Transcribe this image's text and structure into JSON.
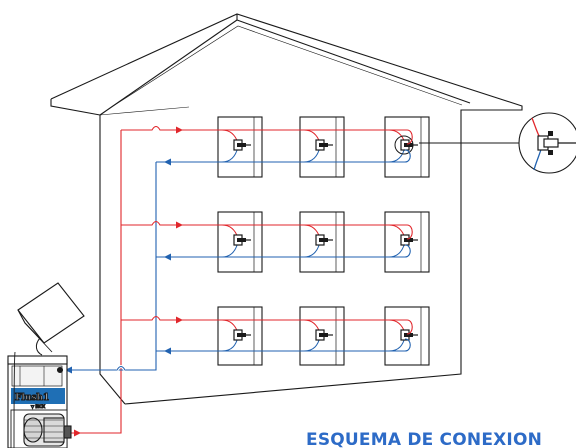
{
  "diagram": {
    "caption": "ESQUEMA DE CONEXION",
    "device": {
      "brand": "Flush1",
      "sub_brand": "▼ INOX"
    },
    "colors": {
      "hot_line": "#e1262b",
      "cold_line": "#2162b0",
      "caption": "#2d6bc7",
      "outline": "#1a1a1a",
      "device_label_bg": "#1f6fb5"
    }
  }
}
